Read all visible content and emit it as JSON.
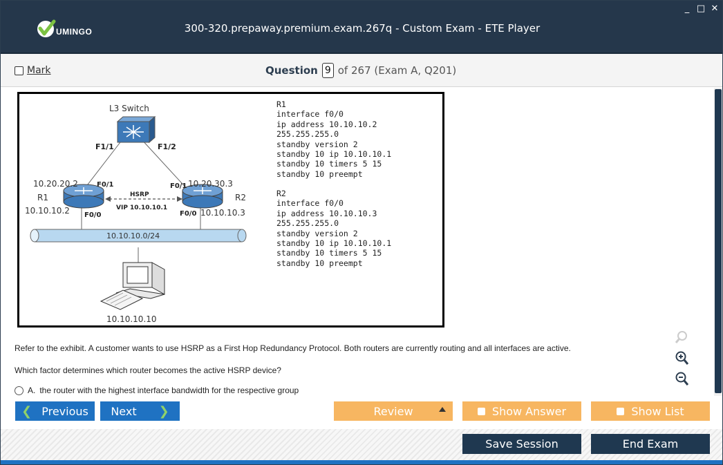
{
  "window": {
    "title": "300-320.prepaway.premium.exam.267q - Custom Exam - ETE Player",
    "logo_text": "UMINGO",
    "controls": [
      "_",
      "□",
      "✕"
    ]
  },
  "question_header": {
    "mark_label": "Mark",
    "question_word": "Question",
    "question_number": "9",
    "of_text": "of 267 (Exam A, Q201)"
  },
  "exhibit": {
    "switch_label": "L3 Switch",
    "f11": "F1/1",
    "f12": "F1/2",
    "r1_label": "R1",
    "r2_label": "R2",
    "r1_upper_ip": "10.20.20.2",
    "r1_f01": "F0/1",
    "r2_f01": "F0/1",
    "r2_upper_ip": "10.20.30.3",
    "hsrp": "HSRP",
    "vip": "VIP 10.10.10.1",
    "r1_lower_ip": "10.10.10.2",
    "r1_f00": "F0/0",
    "r2_f00": "F0/0",
    "r2_lower_ip": "10.10.10.3",
    "lan": "10.10.10.0/24",
    "pc_ip": "10.10.10.10",
    "r1_config": "R1\ninterface f0/0\nip address 10.10.10.2\n255.255.255.0\nstandby version 2\nstandby 10 ip 10.10.10.1\nstandby 10 timers 5 15\nstandby 10 preempt",
    "r2_config": "R2\ninterface f0/0\nip address 10.10.10.3\n255.255.255.0\nstandby version 2\nstandby 10 ip 10.10.10.1\nstandby 10 timers 5 15\nstandby 10 preempt"
  },
  "question": {
    "text1": "Refer to the exhibit. A customer wants to use HSRP as a First Hop Redundancy Protocol. Both routers are currently routing and all interfaces are active.",
    "text2": "Which factor determines which router becomes the active HSRP device?",
    "option_a_letter": "A.",
    "option_a_text": "the router with the highest interface bandwidth for the respective group"
  },
  "toolbar": {
    "previous": "Previous",
    "next": "Next",
    "review": "Review",
    "show_answer": "Show Answer",
    "show_list": "Show List",
    "save_session": "Save Session",
    "end_exam": "End Exam"
  },
  "colors": {
    "titlebar": "#25374b",
    "primary_blue": "#1f72c2",
    "orange": "#f7b661",
    "dark": "#1f3850",
    "logo_green": "#7cc242"
  }
}
